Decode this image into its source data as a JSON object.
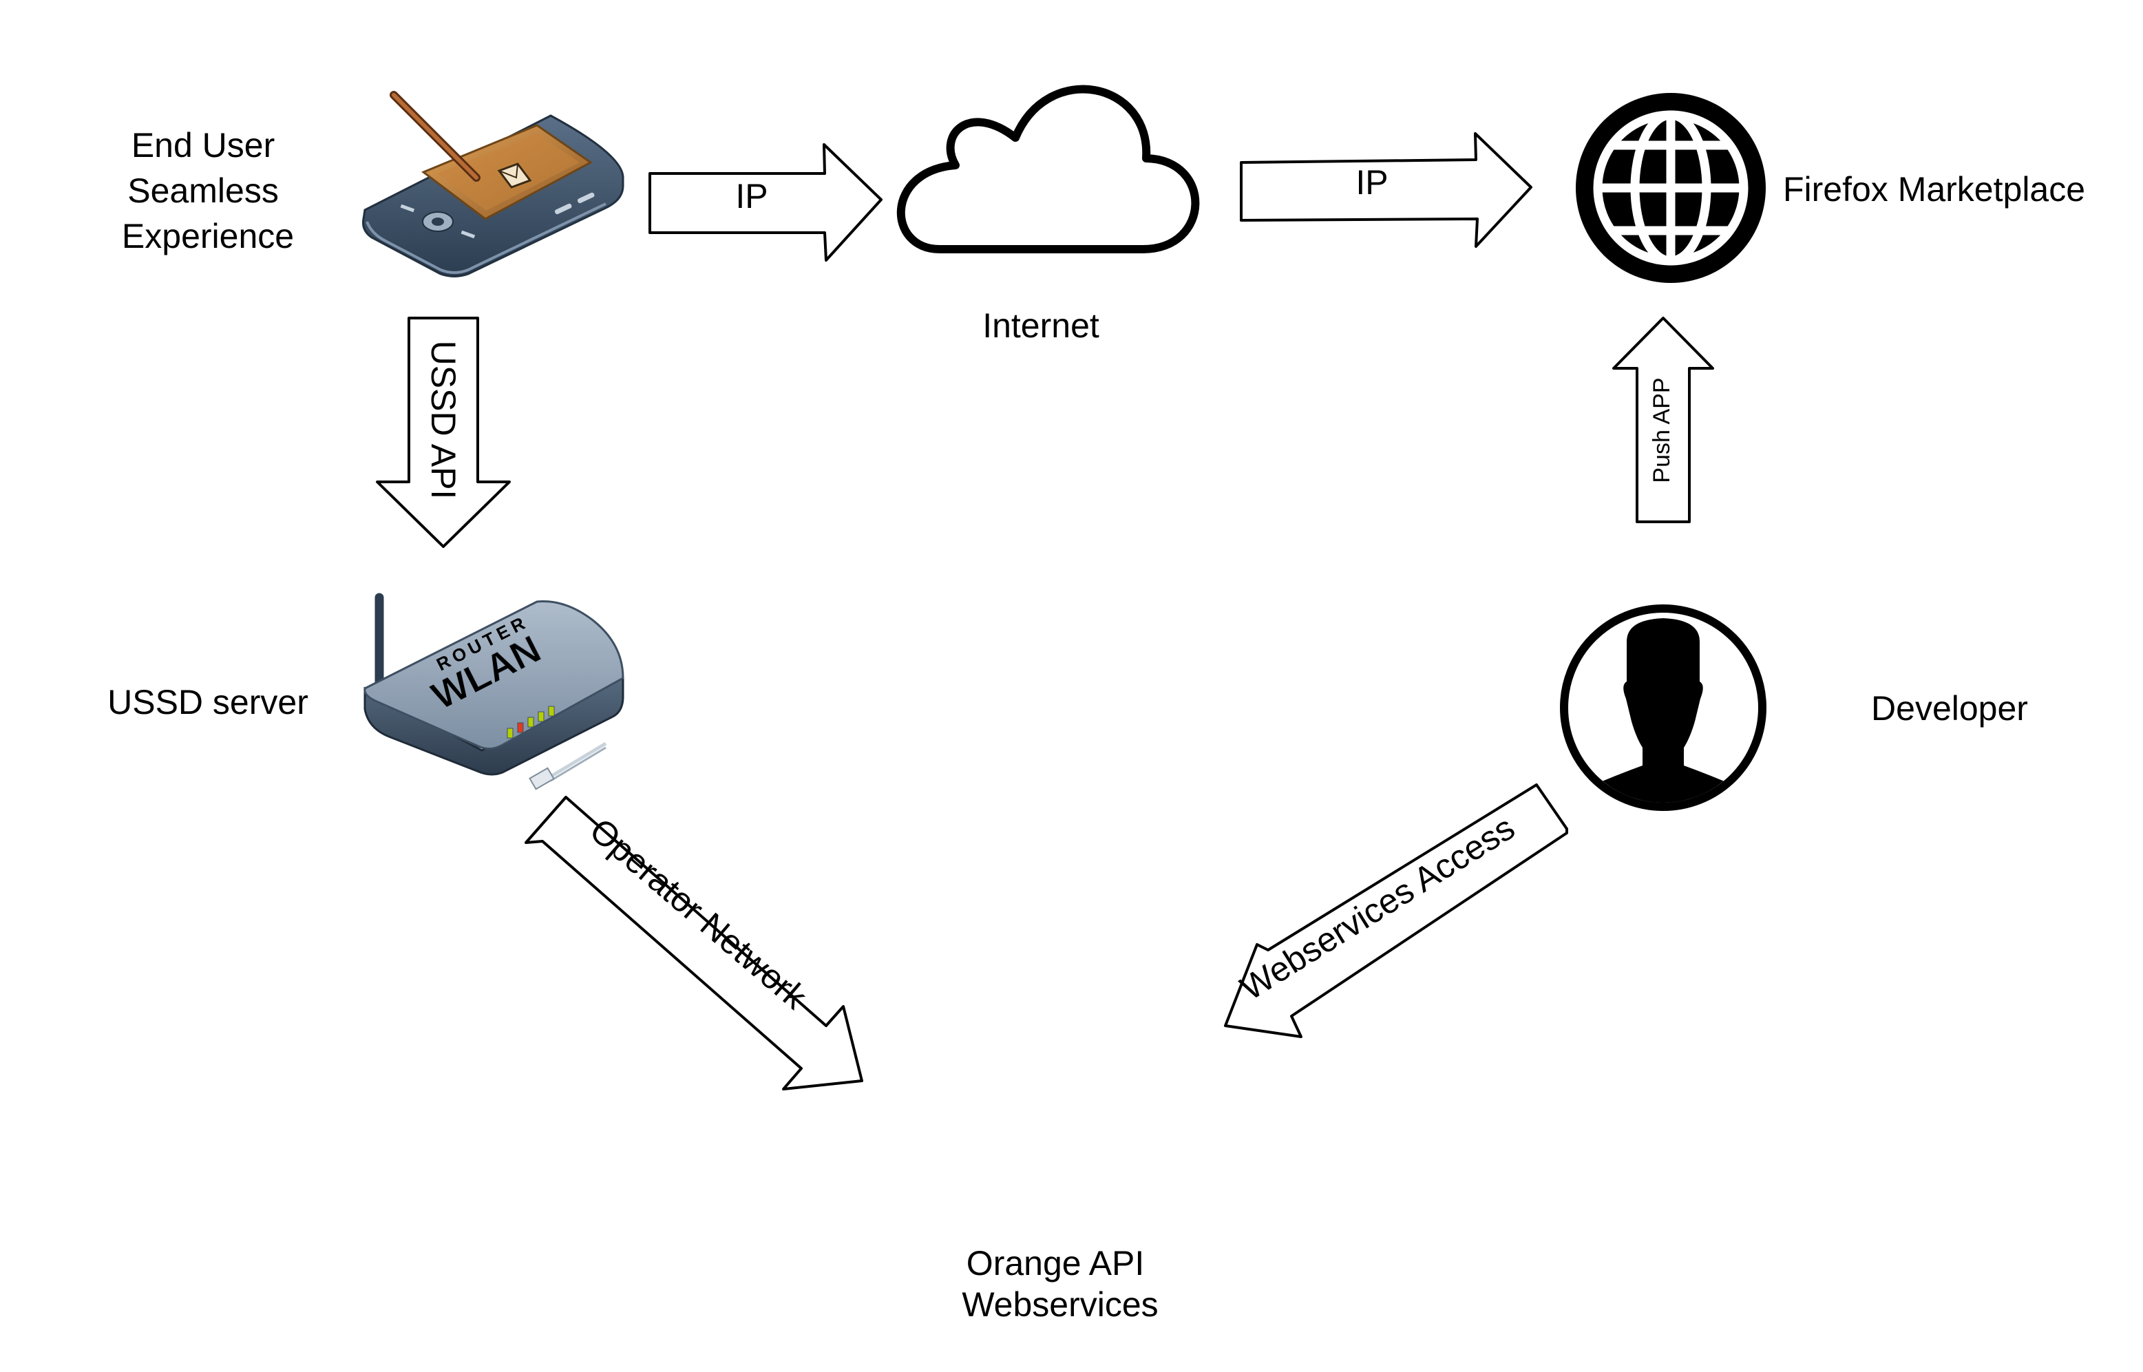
{
  "nodes": {
    "end_user": {
      "lines": [
        "End User",
        "Seamless",
        "Experience"
      ]
    },
    "internet": {
      "label": "Internet"
    },
    "firefox_marketplace": {
      "label": "Firefox Marketplace"
    },
    "ussd_server": {
      "label": "USSD server"
    },
    "developer": {
      "label": "Developer"
    },
    "orange_api": {
      "lines": [
        "Orange API",
        "Webservices"
      ]
    }
  },
  "arrows": {
    "ip_1": "IP",
    "ip_2": "IP",
    "ussd_api": "USSD API",
    "push_app": "Push APP",
    "operator_network": "Operator Network",
    "webservices_access": "Webservices Access"
  },
  "router_text": {
    "top": "ROUTER",
    "main": "WLAN"
  },
  "icons": {
    "end_user": "pda-icon",
    "internet": "cloud-icon",
    "firefox_marketplace": "globe-icon",
    "ussd_server": "router-icon",
    "developer": "user-silhouette-icon"
  },
  "colors": {
    "stroke": "#000000",
    "device_body": "#3d5168",
    "device_screen": "#b9783a",
    "router_body": "#5f7690",
    "led_green": "#b5d000",
    "led_red": "#e23a1d"
  }
}
